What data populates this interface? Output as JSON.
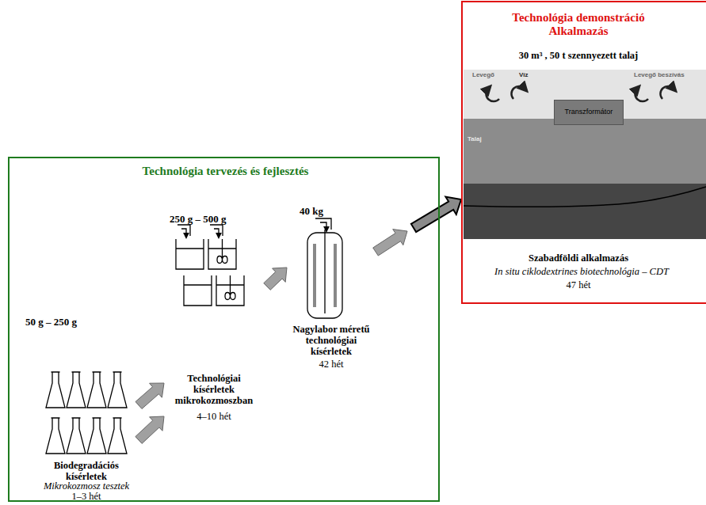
{
  "diagram": {
    "nodes": [
      {
        "text": [
          "Technológia tervezés és fejlesztés"
        ]
      },
      {
        "text": [
          "50 g – 250 g",
          "Biodegradációs kísérletek",
          "Mikrokozmosz tesztek",
          "1–3 hét"
        ],
        "in": 0
      },
      {
        "text": [
          "250 g – 500 g",
          "Technológiai kísérletek mikrokozmoszban",
          "4–10 hét"
        ],
        "in": 0
      },
      {
        "text": [
          "40 kg",
          "Nagylabor méretű technológiai kísérletek",
          "42 hét"
        ],
        "in": 0
      },
      {
        "text": [
          "Technológia demonstráció Alkalmazás",
          "30 m³ , 50 t szennyezett talaj",
          "Szabadföldi alkalmazás",
          "In situ ciklodextrines biotechnológia – CDT",
          "47 hét"
        ]
      },
      {
        "text": [
          "Transzformátor"
        ],
        "in": 4
      }
    ],
    "edges": [
      {
        "from": 1,
        "to": 2,
        "arrow": "to"
      },
      {
        "from": 1,
        "to": 2,
        "arrow": "to"
      },
      {
        "from": 2,
        "to": 3,
        "arrow": "to"
      },
      {
        "from": 3,
        "to": 4,
        "arrow": "to"
      }
    ],
    "labels": [
      "Levegő",
      "Víz",
      "Levegő beszívás",
      "Talaj"
    ]
  }
}
